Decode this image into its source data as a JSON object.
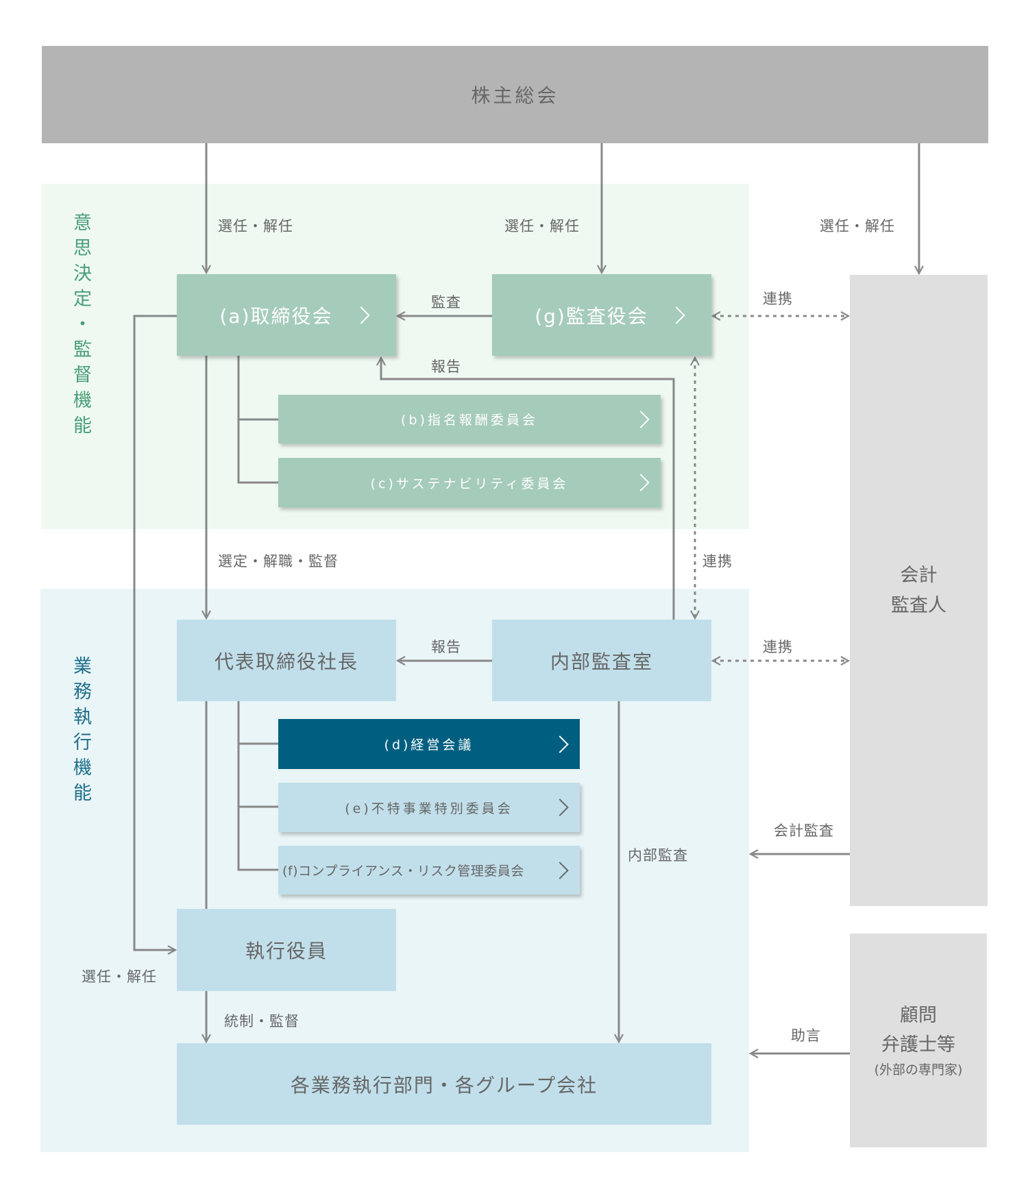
{
  "regions": {
    "decision_supervision": "意思決定・監督機能",
    "business_execution": "業務執行機能"
  },
  "nodes": {
    "shareholders": "株主総会",
    "board": "(a)取締役会",
    "nomination_committee": "(b)指名報酬委員会",
    "sustainability_committee": "(c)サステナビリティ委員会",
    "audit_board": "(g)監査役会",
    "president": "代表取締役社長",
    "internal_audit_office": "内部監査室",
    "management_meeting": "(d)経営会議",
    "misconduct_committee": "(e)不特事業特別委員会",
    "compliance_committee": "(f)コンプライアンス・リスク管理委員会",
    "executive_officers": "執行役員",
    "departments": "各業務執行部門・各グループ会社",
    "accounting_auditor_line1": "会計",
    "accounting_auditor_line2": "監査人",
    "advisor_line1": "顧問",
    "advisor_line2": "弁護士等",
    "advisor_line3": "(外部の専門家)"
  },
  "edges": {
    "appoint_board": "選任・解任",
    "appoint_audit": "選任・解任",
    "appoint_auditor": "選任・解任",
    "audit": "監査",
    "report_top": "報告",
    "cooperate_top": "連携",
    "cooperate_mid": "連携",
    "select_supervise": "選定・解職・監督",
    "report_mid": "報告",
    "cooperate_low": "連携",
    "accounting_audit": "会計監査",
    "internal_audit": "内部監査",
    "appoint_exec": "選任・解任",
    "control_supervise": "統制・監督",
    "advice": "助言"
  },
  "colors": {
    "green_region": "#eff9f2",
    "blue_region": "#eaf5f8",
    "green_label": "#4a9e78",
    "blue_label": "#1e6f8a",
    "teal_box": "#a5cbbb",
    "light_blue_box": "#c1dfea",
    "navy_box": "#005f80",
    "line": "#888888"
  }
}
